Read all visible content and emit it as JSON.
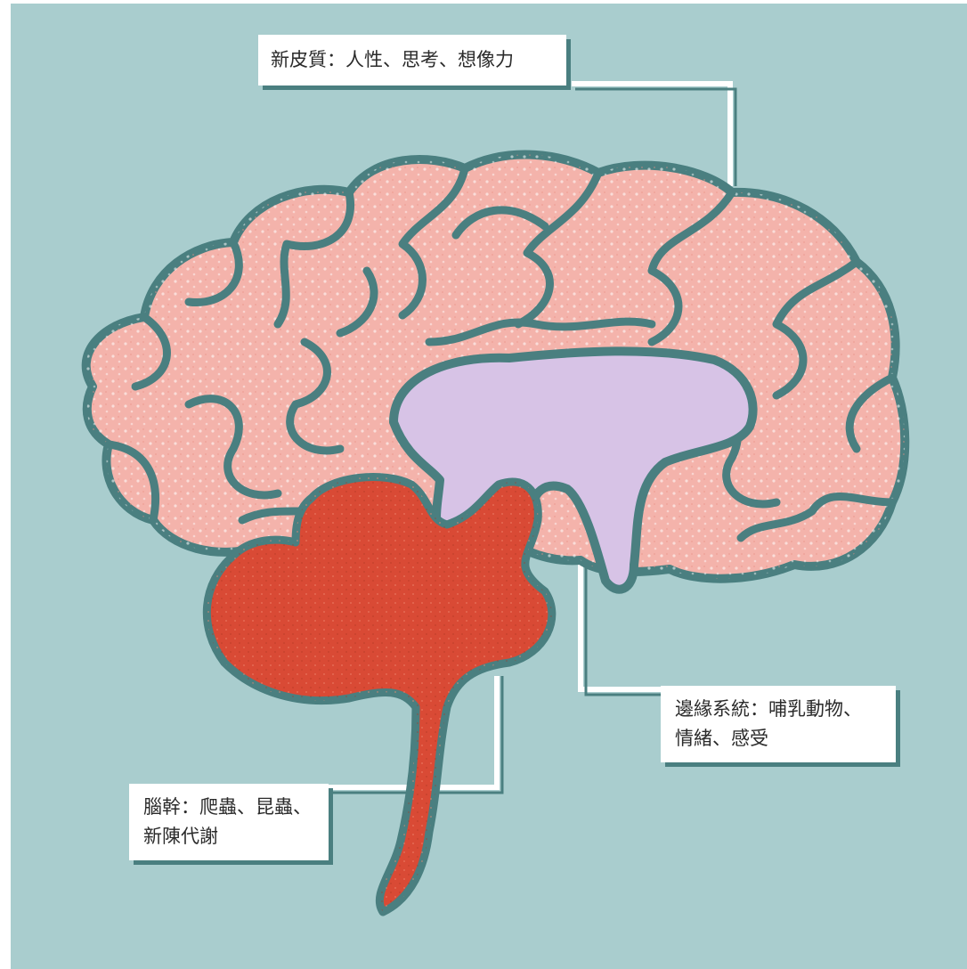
{
  "labels": {
    "neocortex": {
      "line1": "新皮質：人性、思考、想像力"
    },
    "limbic": {
      "line1": "邊緣系統：哺乳動物、",
      "line2": "情緒、感受"
    },
    "brainstem": {
      "line1": "腦幹：爬蟲、昆蟲、",
      "line2": "新陳代謝"
    }
  },
  "colors": {
    "background": "#a9cdce",
    "cortex": "#f4b3ab",
    "limbic": "#d7c3e6",
    "brainstem": "#d94a35",
    "outline": "#4a7f80",
    "label_bg": "#ffffff"
  }
}
